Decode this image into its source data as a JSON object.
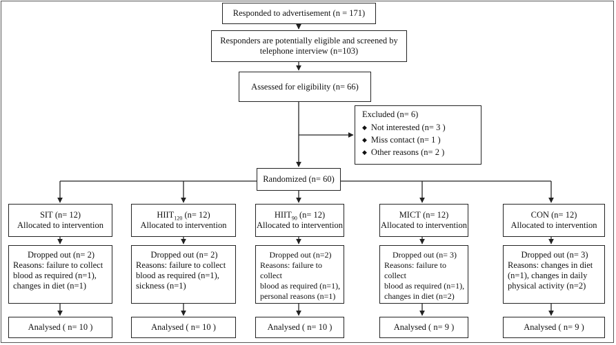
{
  "top": {
    "responded": "Responded to advertisement (n = 171)",
    "screened_line1": "Responders are potentially eligible and screened by",
    "screened_line2": "telephone interview (n=103)",
    "assessed": "Assessed for eligibility (n= 66)"
  },
  "excluded": {
    "title": "Excluded (n= 6)",
    "bullet_glyph": "◆",
    "items": [
      "Not interested (n= 3 )",
      "Miss contact (n= 1 )",
      "Other reasons (n= 2 )"
    ]
  },
  "randomized": "Randomized (n= 60)",
  "groups": [
    {
      "name": "SIT",
      "sub": "",
      "n": "(n= 12)",
      "allocated": "Allocated to intervention",
      "dropped_title": "Dropped out (n= 2)",
      "reasons": [
        "Reasons: failure to collect",
        "blood as required  (n=1),",
        "changes in diet (n=1)"
      ],
      "analysed": "Analysed  ( n= 10 )"
    },
    {
      "name": "HIIT",
      "sub": "120",
      "n": "(n= 12)",
      "allocated": "Allocated to intervention",
      "dropped_title": "Dropped out (n= 2)",
      "reasons": [
        "Reasons: failure to collect",
        "blood as required  (n=1),",
        "sickness (n=1)"
      ],
      "analysed": "Analysed  ( n= 10 )"
    },
    {
      "name": "HIIT",
      "sub": "90",
      "n": "(n= 12)",
      "allocated": "Allocated to intervention",
      "dropped_title": "Dropped out (n=2)",
      "reasons": [
        "Reasons: failure to collect",
        "blood as required  (n=1),",
        "personal reasons (n=1)"
      ],
      "analysed": "Analysed  ( n= 10 )"
    },
    {
      "name": "MICT",
      "sub": "",
      "n": "(n= 12)",
      "allocated": "Allocated to intervention",
      "dropped_title": "Dropped out (n= 3)",
      "reasons": [
        "Reasons: failure to collect",
        "blood as required  (n=1),",
        "changes in diet (n=2)"
      ],
      "analysed": "Analysed  ( n= 9 )"
    },
    {
      "name": "CON",
      "sub": "",
      "n": "(n= 12)",
      "allocated": "Allocated to intervention",
      "dropped_title": "Dropped out (n= 3)",
      "reasons": [
        "Reasons: changes in diet",
        "(n=1), changes in daily",
        "physical activity (n=2)"
      ],
      "analysed": "Analysed  ( n= 9 )"
    }
  ]
}
